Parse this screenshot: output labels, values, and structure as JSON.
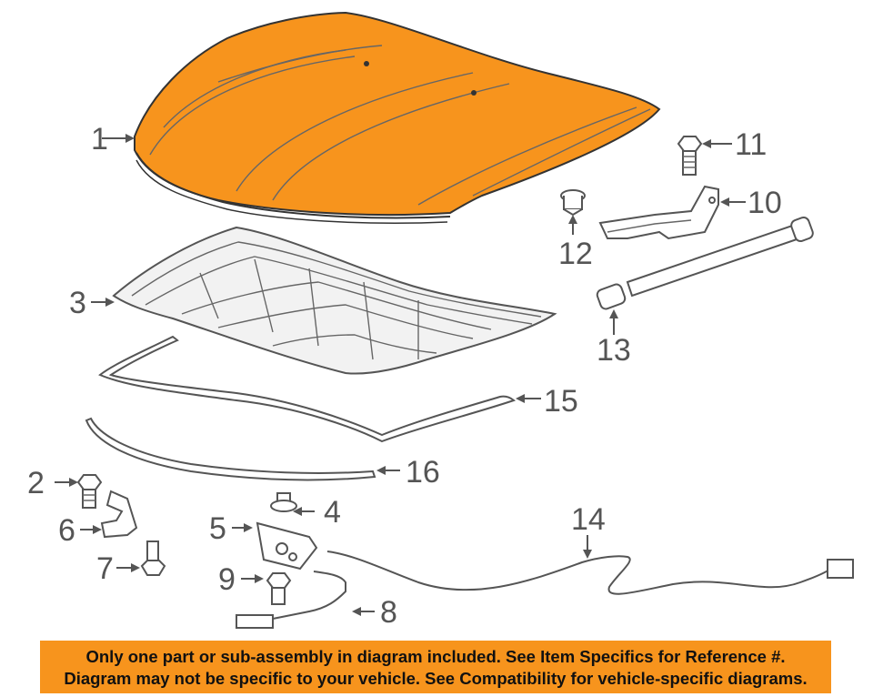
{
  "colors": {
    "highlight": "#f7941d",
    "line": "#555555",
    "banner": "#f7941d"
  },
  "callouts": {
    "p1": "1",
    "p2": "2",
    "p3": "3",
    "p4": "4",
    "p5": "5",
    "p6": "6",
    "p7": "7",
    "p8": "8",
    "p9": "9",
    "p10": "10",
    "p11": "11",
    "p12": "12",
    "p13": "13",
    "p14": "14",
    "p15": "15",
    "p16": "16"
  },
  "disclaimer": {
    "line1": "Only one part or sub-assembly in diagram included. See Item Specifics for Reference #.",
    "line2": "Diagram may not be specific to your vehicle. See Compatibility for vehicle-specific diagrams."
  }
}
